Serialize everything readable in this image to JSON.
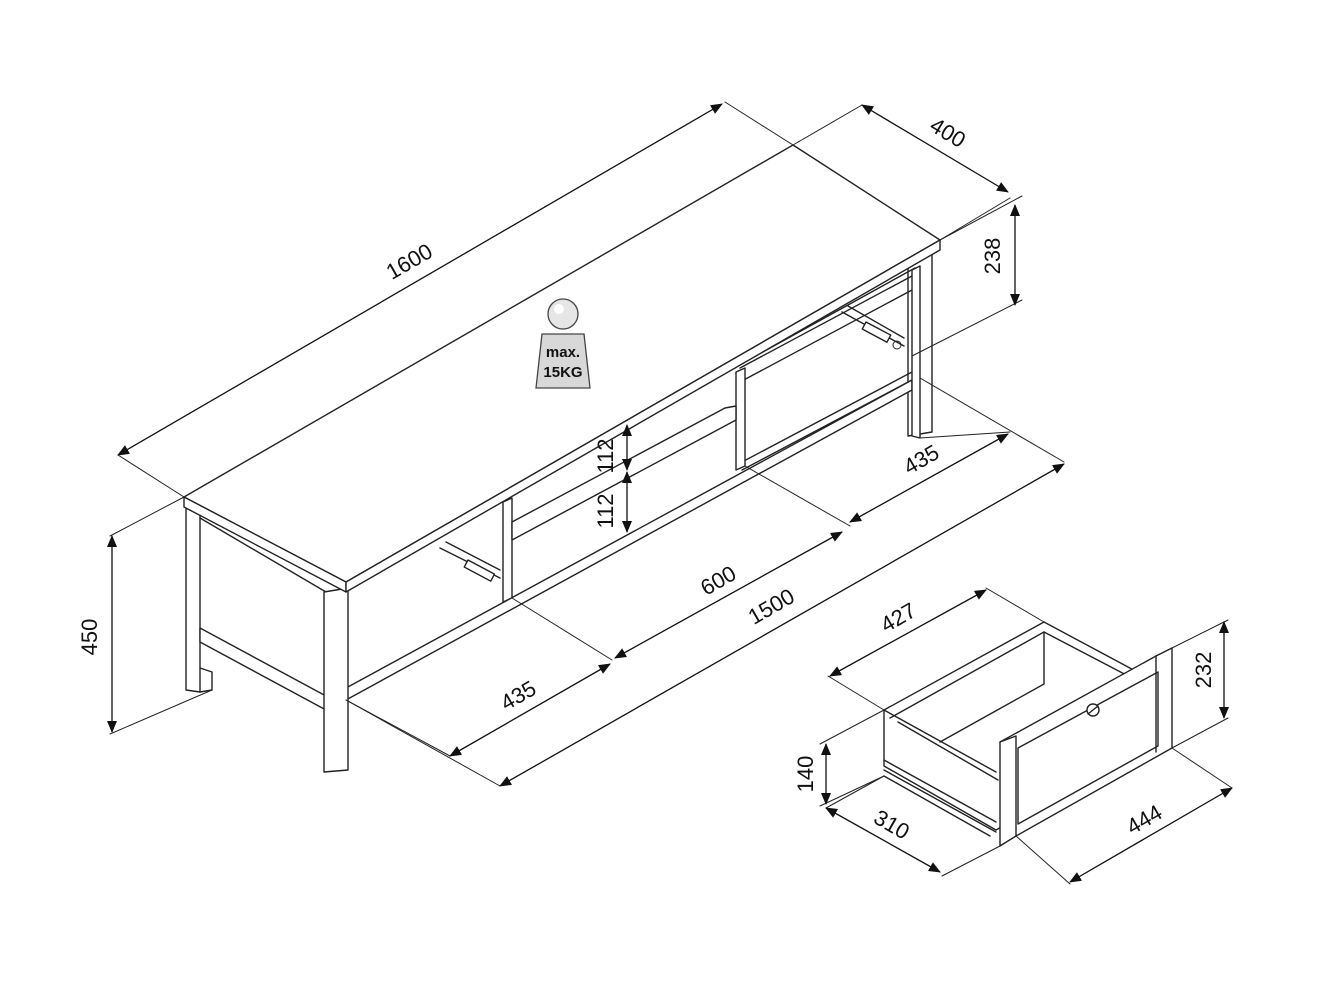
{
  "tv_stand": {
    "length": "1600",
    "depth": "400",
    "upper_height": "238",
    "total_height": "450",
    "shelf_upper": "112",
    "shelf_lower": "112",
    "right_span": "435",
    "center_span": "600",
    "inner_span": "1500",
    "left_span": "435"
  },
  "weight_badge": {
    "line1": "max.",
    "line2": "15KG"
  },
  "drawer": {
    "width": "427",
    "height": "232",
    "front_height": "140",
    "depth": "310",
    "front_width": "444"
  }
}
